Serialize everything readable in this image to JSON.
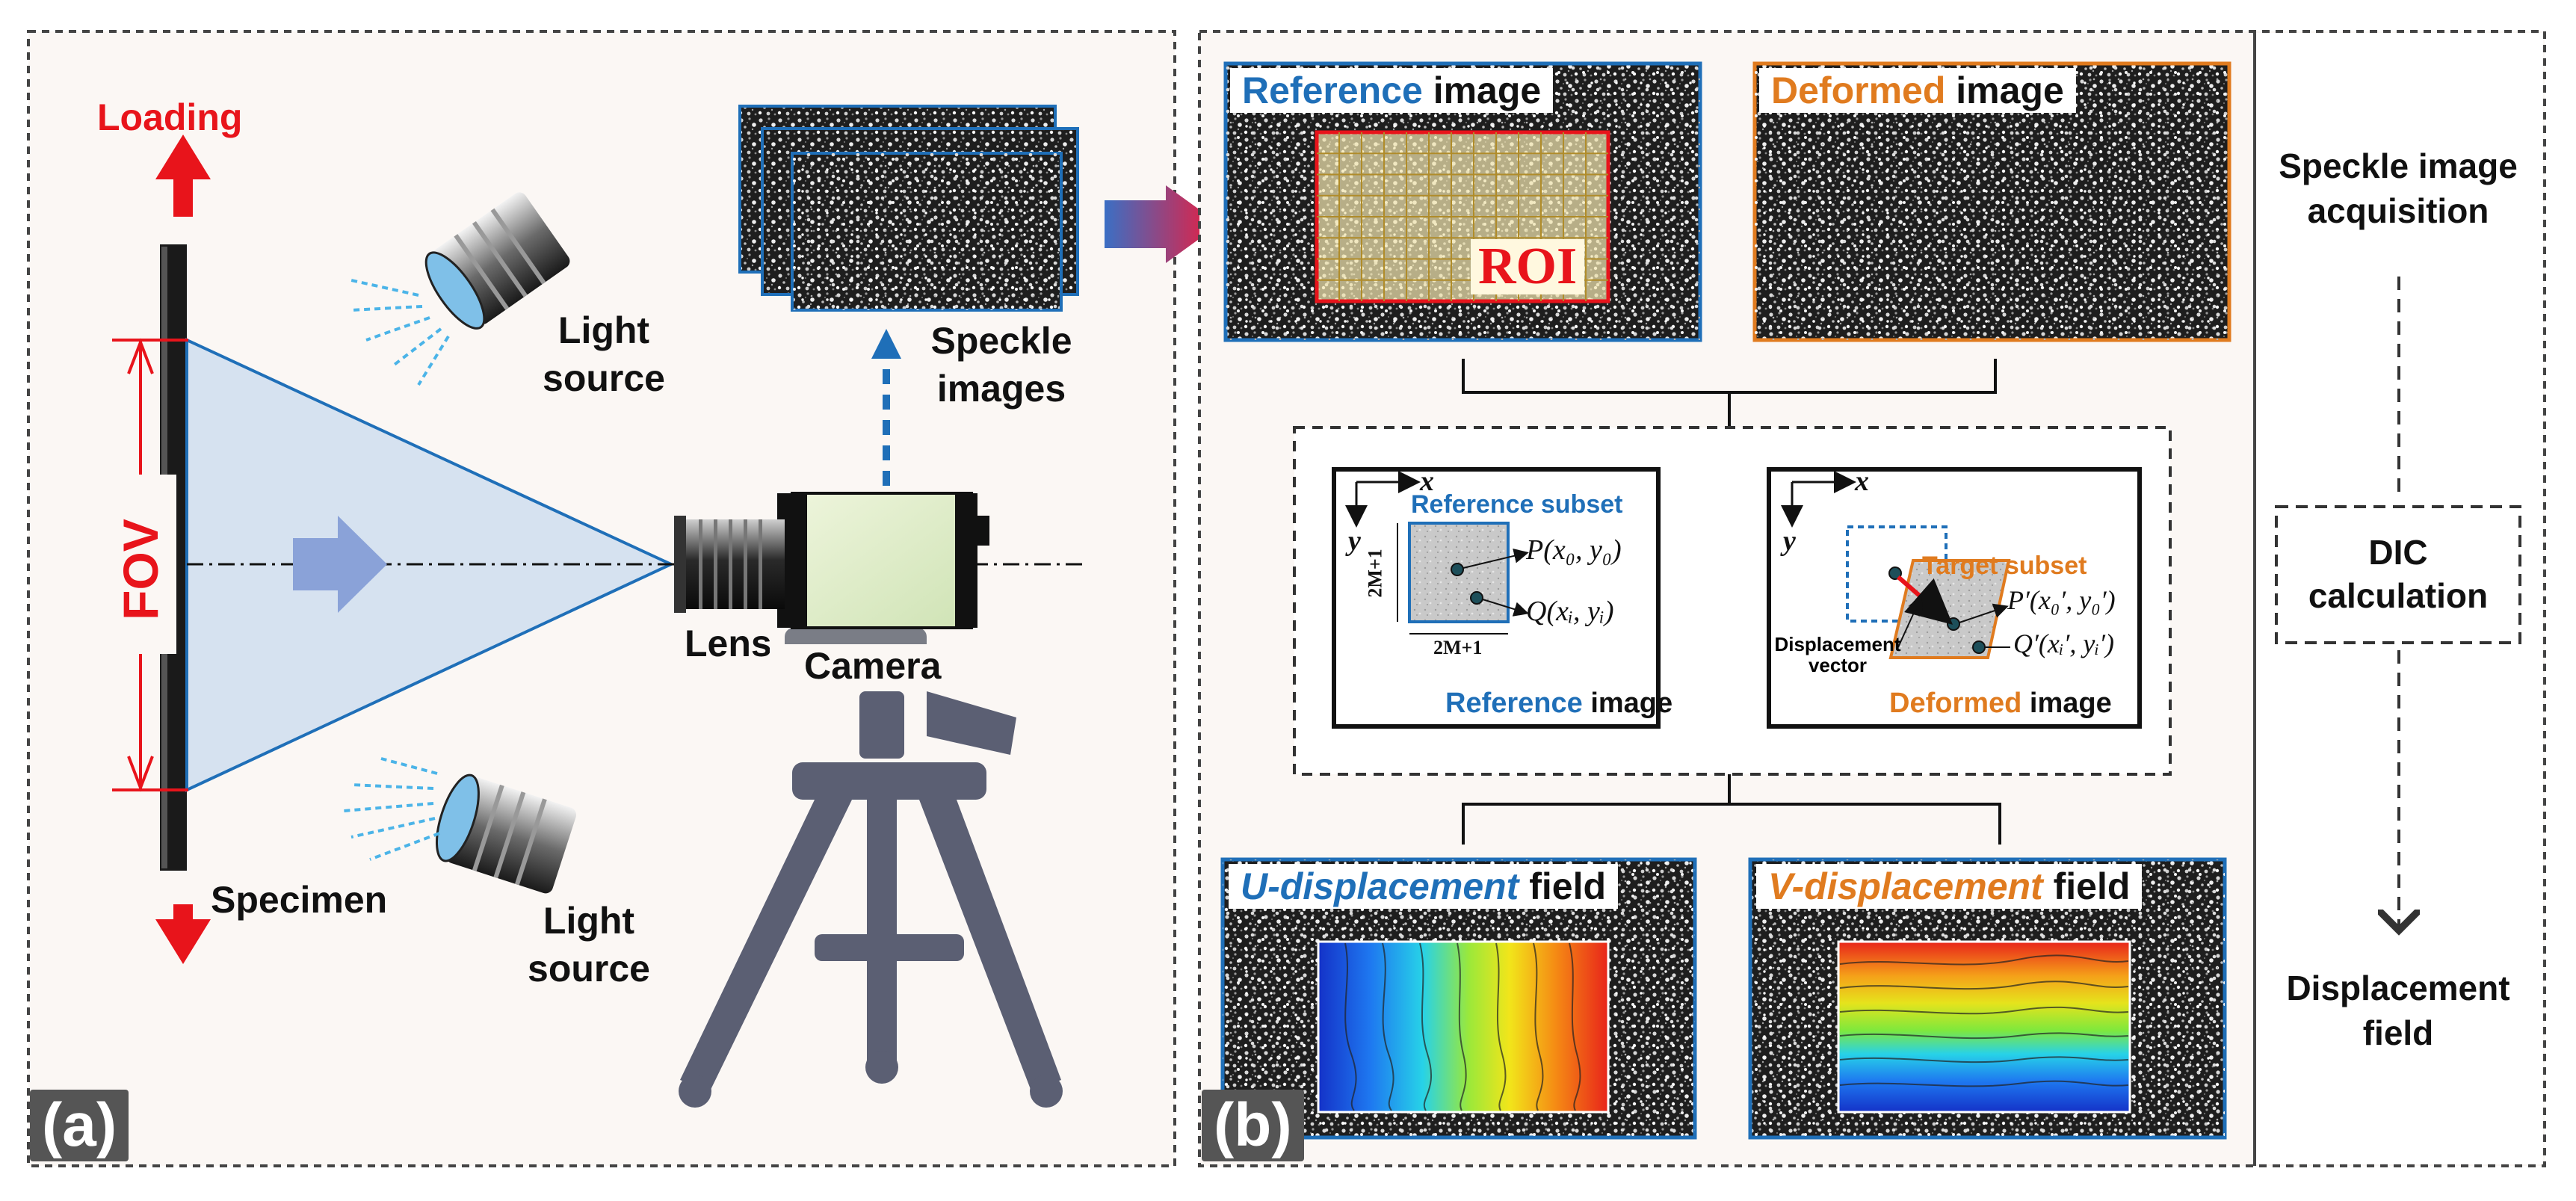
{
  "panel_a": {
    "tag": "(a)",
    "loading_label": "Loading",
    "fov_label": "FOV",
    "specimen_label": "Specimen",
    "light_source_top": [
      "Light",
      "source"
    ],
    "light_source_bottom": [
      "Light",
      "source"
    ],
    "lens_label": "Lens",
    "camera_label": "Camera",
    "speckle_images_label": [
      "Speckle",
      "images"
    ]
  },
  "panel_b": {
    "tag": "(b)",
    "reference_image": {
      "title_highlight": "Reference",
      "title_rest": " image",
      "roi_label": "ROI"
    },
    "deformed_image": {
      "title_highlight": "Deformed",
      "title_rest": " image"
    },
    "reference_subset": {
      "axis_x": "x",
      "axis_y": "y",
      "subset_label": "Reference subset",
      "size_label_v": "2M+1",
      "size_label_h": "2M+1",
      "point_p": "P(x₀, y₀)",
      "point_q": "Q(xᵢ, yᵢ)",
      "caption_highlight": "Reference",
      "caption_rest": " image"
    },
    "deformed_subset": {
      "axis_x": "x",
      "axis_y": "y",
      "subset_label": "Target subset",
      "point_p": "P′(x₀′, y₀′)",
      "point_q": "Q′(xᵢ′, yᵢ′)",
      "displacement_label": [
        "Displacement",
        "vector"
      ],
      "caption_highlight": "Deformed",
      "caption_rest": " image"
    },
    "u_field": {
      "title_highlight": "U-displacement",
      "title_rest": " field"
    },
    "v_field": {
      "title_highlight": "V-displacement",
      "title_rest": " field"
    }
  },
  "flow": {
    "step1": [
      "Speckle image",
      "acquisition"
    ],
    "step2": [
      "DIC",
      "calculation"
    ],
    "step3": [
      "Displacement",
      "field"
    ]
  },
  "colors": {
    "blue": "#1f6fb8",
    "orange": "#e07b1f",
    "red": "#e8141b",
    "panel_bg": "#fbf7f4",
    "light_blue_cone": "#d6e2f0"
  }
}
